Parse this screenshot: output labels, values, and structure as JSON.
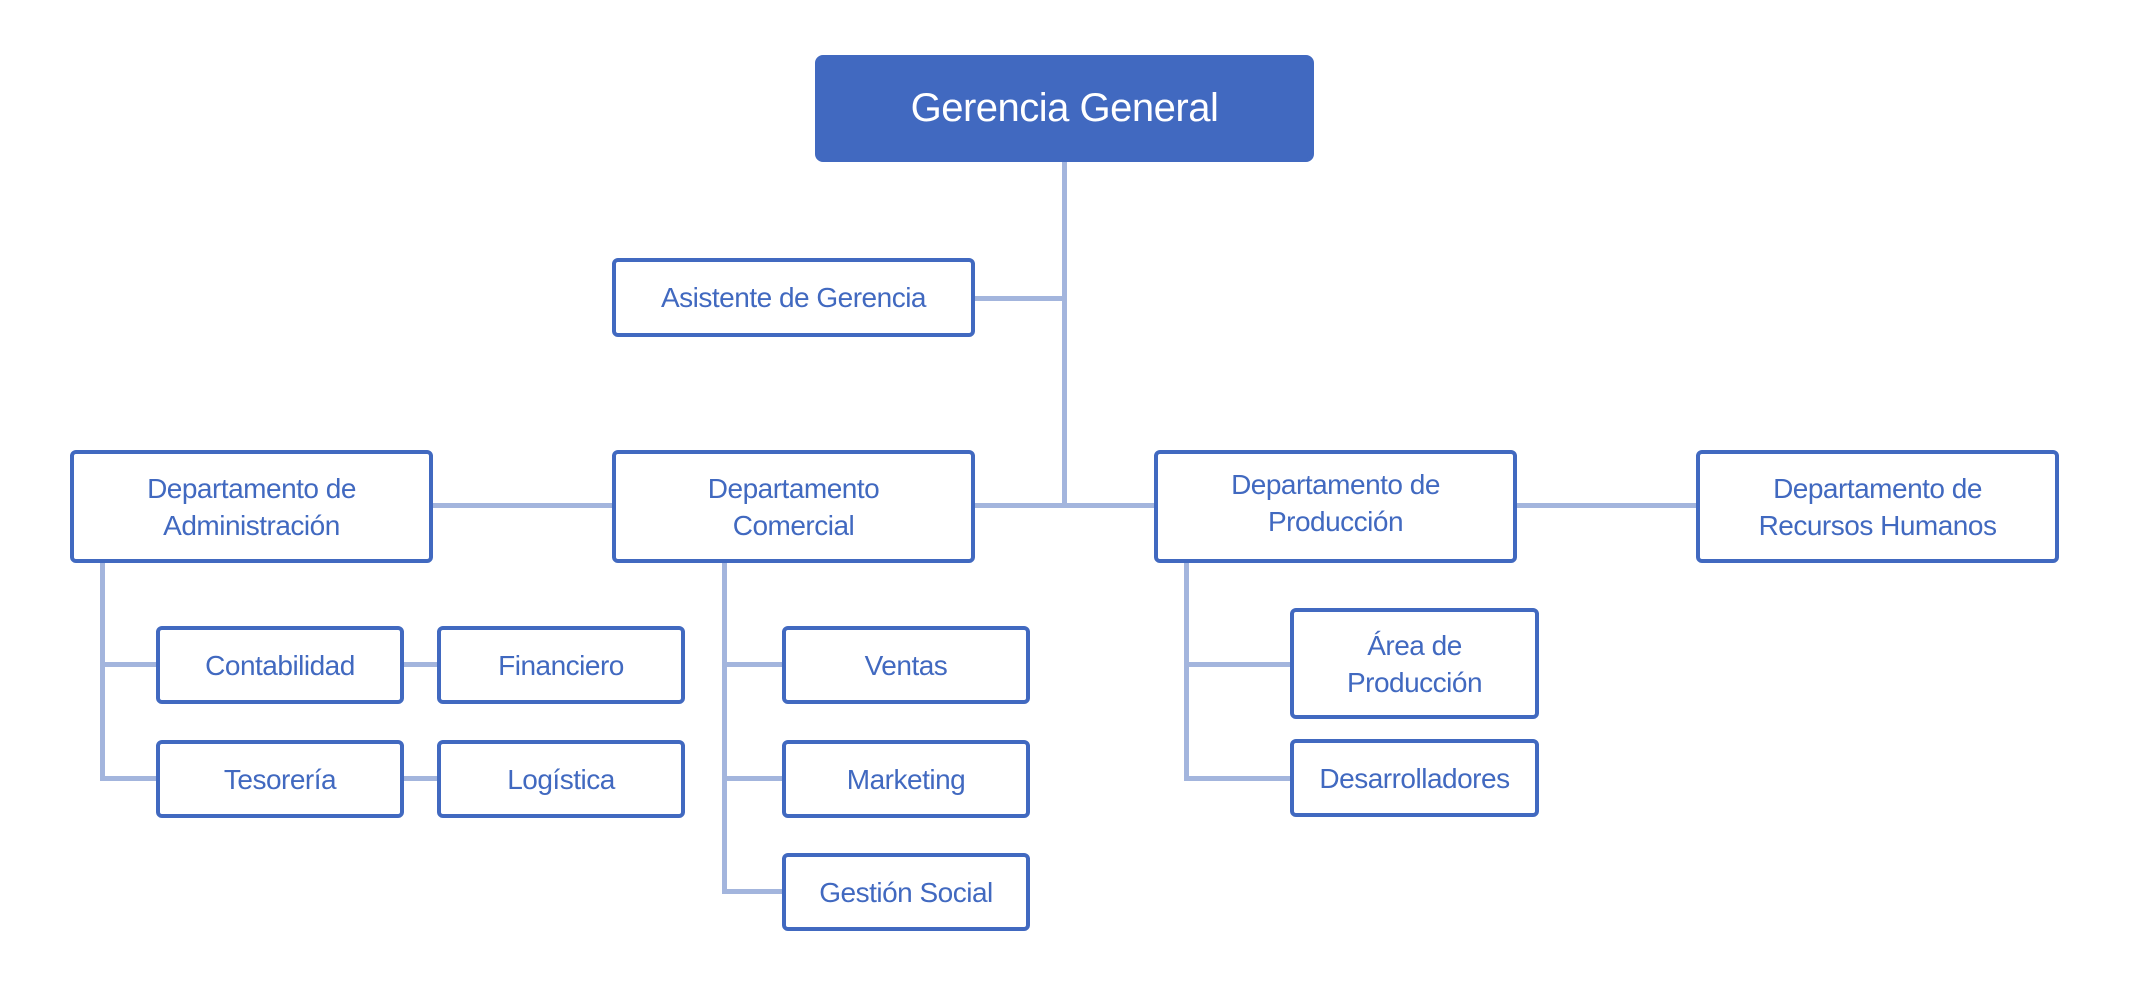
{
  "chart": {
    "root": "Gerencia General",
    "assistant": "Asistente de Gerencia",
    "departments": [
      {
        "name": "Departamento de Administración",
        "line1": "Departamento de",
        "line2": "Administración",
        "children": [
          "Contabilidad",
          "Financiero",
          "Tesorería",
          "Logística"
        ]
      },
      {
        "name": "Departamento Comercial",
        "line1": "Departamento",
        "line2": "Comercial",
        "children": [
          "Ventas",
          "Marketing",
          "Gestión Social"
        ]
      },
      {
        "name": "Departamento de Producción",
        "line1": "Departamento de",
        "line2": "Producción",
        "children": [
          {
            "line1": "Área de",
            "line2": "Producción"
          },
          "Desarrolladores"
        ]
      },
      {
        "name": "Departamento de Recursos Humanos",
        "line1": "Departamento de",
        "line2": "Recursos Humanos",
        "children": []
      }
    ]
  },
  "colors": {
    "box_border": "#4169c0",
    "root_fill": "#4169c0",
    "connector": "#a3b5dd",
    "text": "#4169c0"
  }
}
